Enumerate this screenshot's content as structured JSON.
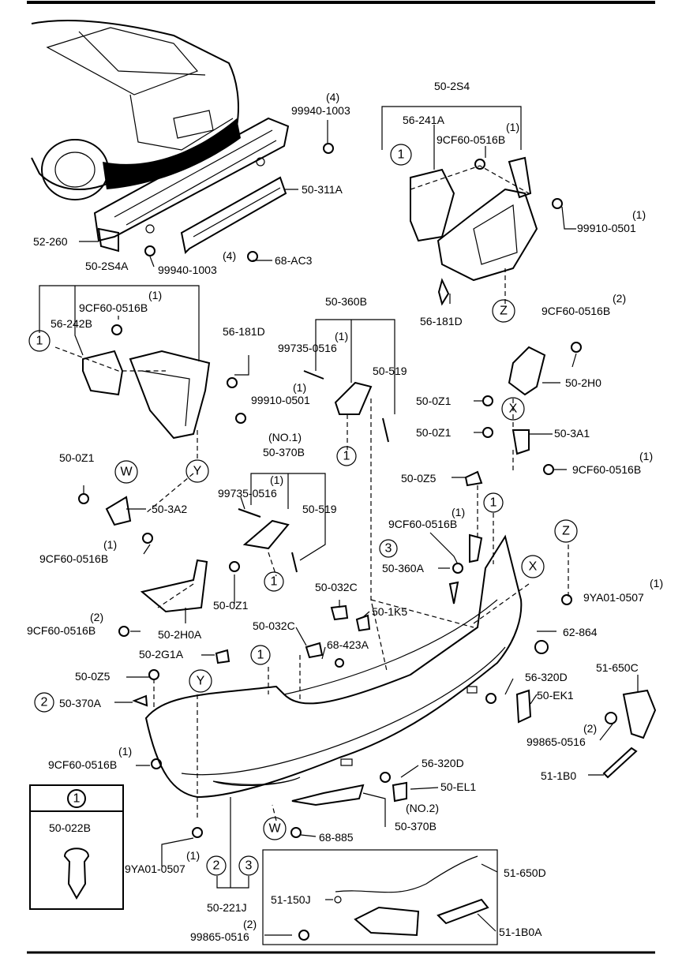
{
  "callouts": [
    {
      "id": "l_99940_1003_a",
      "text": "99940-1003"
    },
    {
      "id": "l_99940_1003_a_q",
      "text": "(4)"
    },
    {
      "id": "l_50_2s4",
      "text": "50-2S4"
    },
    {
      "id": "l_56_241a",
      "text": "56-241A"
    },
    {
      "id": "l_9cf60_a_q",
      "text": "(1)"
    },
    {
      "id": "l_9cf60_a",
      "text": "9CF60-0516B"
    },
    {
      "id": "l_50_311a",
      "text": "50-311A"
    },
    {
      "id": "l_99910_0501_a_q",
      "text": "(1)"
    },
    {
      "id": "l_99910_0501_a",
      "text": "99910-0501"
    },
    {
      "id": "l_52_260",
      "text": "52-260"
    },
    {
      "id": "l_68_ac3_q",
      "text": "(4)"
    },
    {
      "id": "l_68_ac3",
      "text": "68-AC3"
    },
    {
      "id": "l_99940_1003_b",
      "text": "99940-1003"
    },
    {
      "id": "l_50_2s4a",
      "text": "50-2S4A"
    },
    {
      "id": "l_9cf60_b_q",
      "text": "(1)"
    },
    {
      "id": "l_9cf60_b",
      "text": "9CF60-0516B"
    },
    {
      "id": "l_56_242b",
      "text": "56-242B"
    },
    {
      "id": "l_56_181d_a",
      "text": "56-181D"
    },
    {
      "id": "l_50_360b",
      "text": "50-360B"
    },
    {
      "id": "l_99735_a_q",
      "text": "(1)"
    },
    {
      "id": "l_99735_a",
      "text": "99735-0516"
    },
    {
      "id": "l_50_519_a",
      "text": "50-519"
    },
    {
      "id": "l_56_181d_b",
      "text": "56-181D"
    },
    {
      "id": "l_9cf60_c_q",
      "text": "(2)"
    },
    {
      "id": "l_9cf60_c",
      "text": "9CF60-0516B"
    },
    {
      "id": "l_99910_0501_b_q",
      "text": "(1)"
    },
    {
      "id": "l_99910_0501_b",
      "text": "99910-0501"
    },
    {
      "id": "l_50_2h0",
      "text": "50-2H0"
    },
    {
      "id": "l_50_0z1_a",
      "text": "50-0Z1"
    },
    {
      "id": "l_no1",
      "text": "(NO.1)"
    },
    {
      "id": "l_50_370b_a",
      "text": "50-370B"
    },
    {
      "id": "l_50_0z1_b",
      "text": "50-0Z1"
    },
    {
      "id": "l_50_3a1",
      "text": "50-3A1"
    },
    {
      "id": "l_50_0z1_c",
      "text": "50-0Z1"
    },
    {
      "id": "l_99735_b_q",
      "text": "(1)"
    },
    {
      "id": "l_99735_b",
      "text": "99735-0516"
    },
    {
      "id": "l_50_519_b",
      "text": "50-519"
    },
    {
      "id": "l_9cf60_d_q",
      "text": "(1)"
    },
    {
      "id": "l_9cf60_d",
      "text": "9CF60-0516B"
    },
    {
      "id": "l_50_3a2",
      "text": "50-3A2"
    },
    {
      "id": "l_50_0z5_a",
      "text": "50-0Z5"
    },
    {
      "id": "l_9cf60_e_q",
      "text": "(1)"
    },
    {
      "id": "l_9cf60_e",
      "text": "9CF60-0516B"
    },
    {
      "id": "l_9cf60_f_q",
      "text": "(1)"
    },
    {
      "id": "l_9cf60_f",
      "text": "9CF60-0516B"
    },
    {
      "id": "l_50_360a",
      "text": "50-360A"
    },
    {
      "id": "l_50_032c_a",
      "text": "50-032C"
    },
    {
      "id": "l_9ya01_a_q",
      "text": "(1)"
    },
    {
      "id": "l_9ya01_a",
      "text": "9YA01-0507"
    },
    {
      "id": "l_9cf60_g_q",
      "text": "(2)"
    },
    {
      "id": "l_9cf60_g",
      "text": "9CF60-0516B"
    },
    {
      "id": "l_50_0z1_d",
      "text": "50-0Z1"
    },
    {
      "id": "l_50_1k5",
      "text": "50-1K5"
    },
    {
      "id": "l_50_2h0a",
      "text": "50-2H0A"
    },
    {
      "id": "l_50_032c_b",
      "text": "50-032C"
    },
    {
      "id": "l_62_864",
      "text": "62-864"
    },
    {
      "id": "l_68_423a",
      "text": "68-423A"
    },
    {
      "id": "l_50_2g1a",
      "text": "50-2G1A"
    },
    {
      "id": "l_50_0z5_b",
      "text": "50-0Z5"
    },
    {
      "id": "l_56_320d_a",
      "text": "56-320D"
    },
    {
      "id": "l_51_650c",
      "text": "51-650C"
    },
    {
      "id": "l_50_370a",
      "text": "50-370A"
    },
    {
      "id": "l_50_ek1",
      "text": "50-EK1"
    },
    {
      "id": "l_99865_a_q",
      "text": "(2)"
    },
    {
      "id": "l_99865_a",
      "text": "99865-0516"
    },
    {
      "id": "l_9cf60_h_q",
      "text": "(1)"
    },
    {
      "id": "l_9cf60_h",
      "text": "9CF60-0516B"
    },
    {
      "id": "l_56_320d_b",
      "text": "56-320D"
    },
    {
      "id": "l_51_1b0",
      "text": "51-1B0"
    },
    {
      "id": "l_50_el1",
      "text": "50-EL1"
    },
    {
      "id": "l_no2",
      "text": "(NO.2)"
    },
    {
      "id": "l_50_370b_b",
      "text": "50-370B"
    },
    {
      "id": "l_68_885",
      "text": "68-885"
    },
    {
      "id": "l_50_022b",
      "text": "50-022B"
    },
    {
      "id": "l_9ya01_b_q",
      "text": "(1)"
    },
    {
      "id": "l_9ya01_b",
      "text": "9YA01-0507"
    },
    {
      "id": "l_51_650d",
      "text": "51-650D"
    },
    {
      "id": "l_51_150j",
      "text": "51-150J"
    },
    {
      "id": "l_50_221j",
      "text": "50-221J"
    },
    {
      "id": "l_51_1b0a",
      "text": "51-1B0A"
    },
    {
      "id": "l_99865_b_q",
      "text": "(2)"
    },
    {
      "id": "l_99865_b",
      "text": "99865-0516"
    }
  ],
  "markers": [
    {
      "id": "m1",
      "text": "1"
    },
    {
      "id": "m2",
      "text": "Z"
    },
    {
      "id": "m3",
      "text": "1"
    },
    {
      "id": "m4",
      "text": "1"
    },
    {
      "id": "m5",
      "text": "Y"
    },
    {
      "id": "m6",
      "text": "X"
    },
    {
      "id": "m7",
      "text": "W"
    },
    {
      "id": "m8",
      "text": "1"
    },
    {
      "id": "m9",
      "text": "1"
    },
    {
      "id": "m10",
      "text": "Z"
    },
    {
      "id": "m11",
      "text": "3"
    },
    {
      "id": "m12",
      "text": "X"
    },
    {
      "id": "m13",
      "text": "Y"
    },
    {
      "id": "m14",
      "text": "1"
    },
    {
      "id": "m15",
      "text": "2"
    },
    {
      "id": "m16",
      "text": "W"
    },
    {
      "id": "m17",
      "text": "2"
    },
    {
      "id": "m18",
      "text": "3"
    }
  ],
  "legend": {
    "number": "1",
    "part": "50-022B"
  }
}
